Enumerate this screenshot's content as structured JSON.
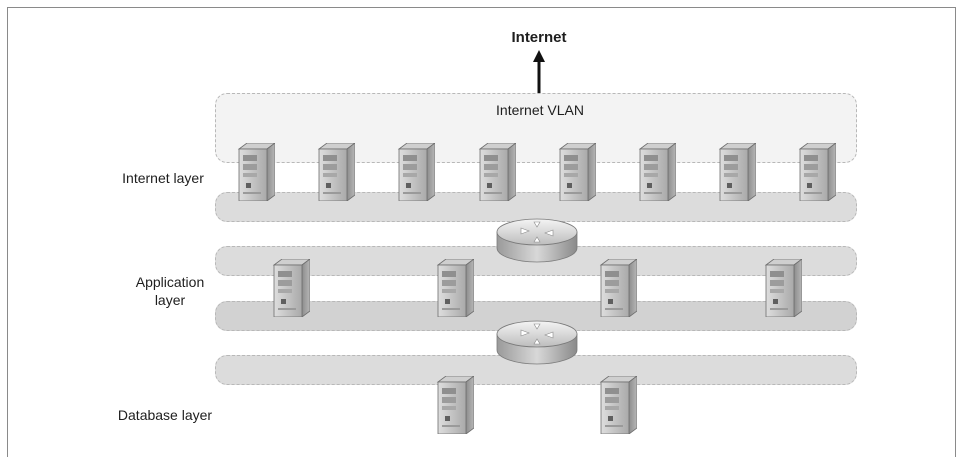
{
  "top_label": "Internet",
  "vlan_label": "Internet VLAN",
  "layers": {
    "internet": "Internet layer",
    "application_line1": "Application",
    "application_line2": "layer",
    "database": "Database layer"
  },
  "icons": {
    "server": "server-icon",
    "router": "router-icon",
    "arrow": "arrow-up-icon"
  },
  "colors": {
    "band_light": "#f3f3f3",
    "band_mid": "#dcdcdc",
    "text": "#1e1e1e"
  },
  "counts": {
    "internet_servers": 8,
    "application_servers": 4,
    "database_servers": 2,
    "routers": 2
  }
}
